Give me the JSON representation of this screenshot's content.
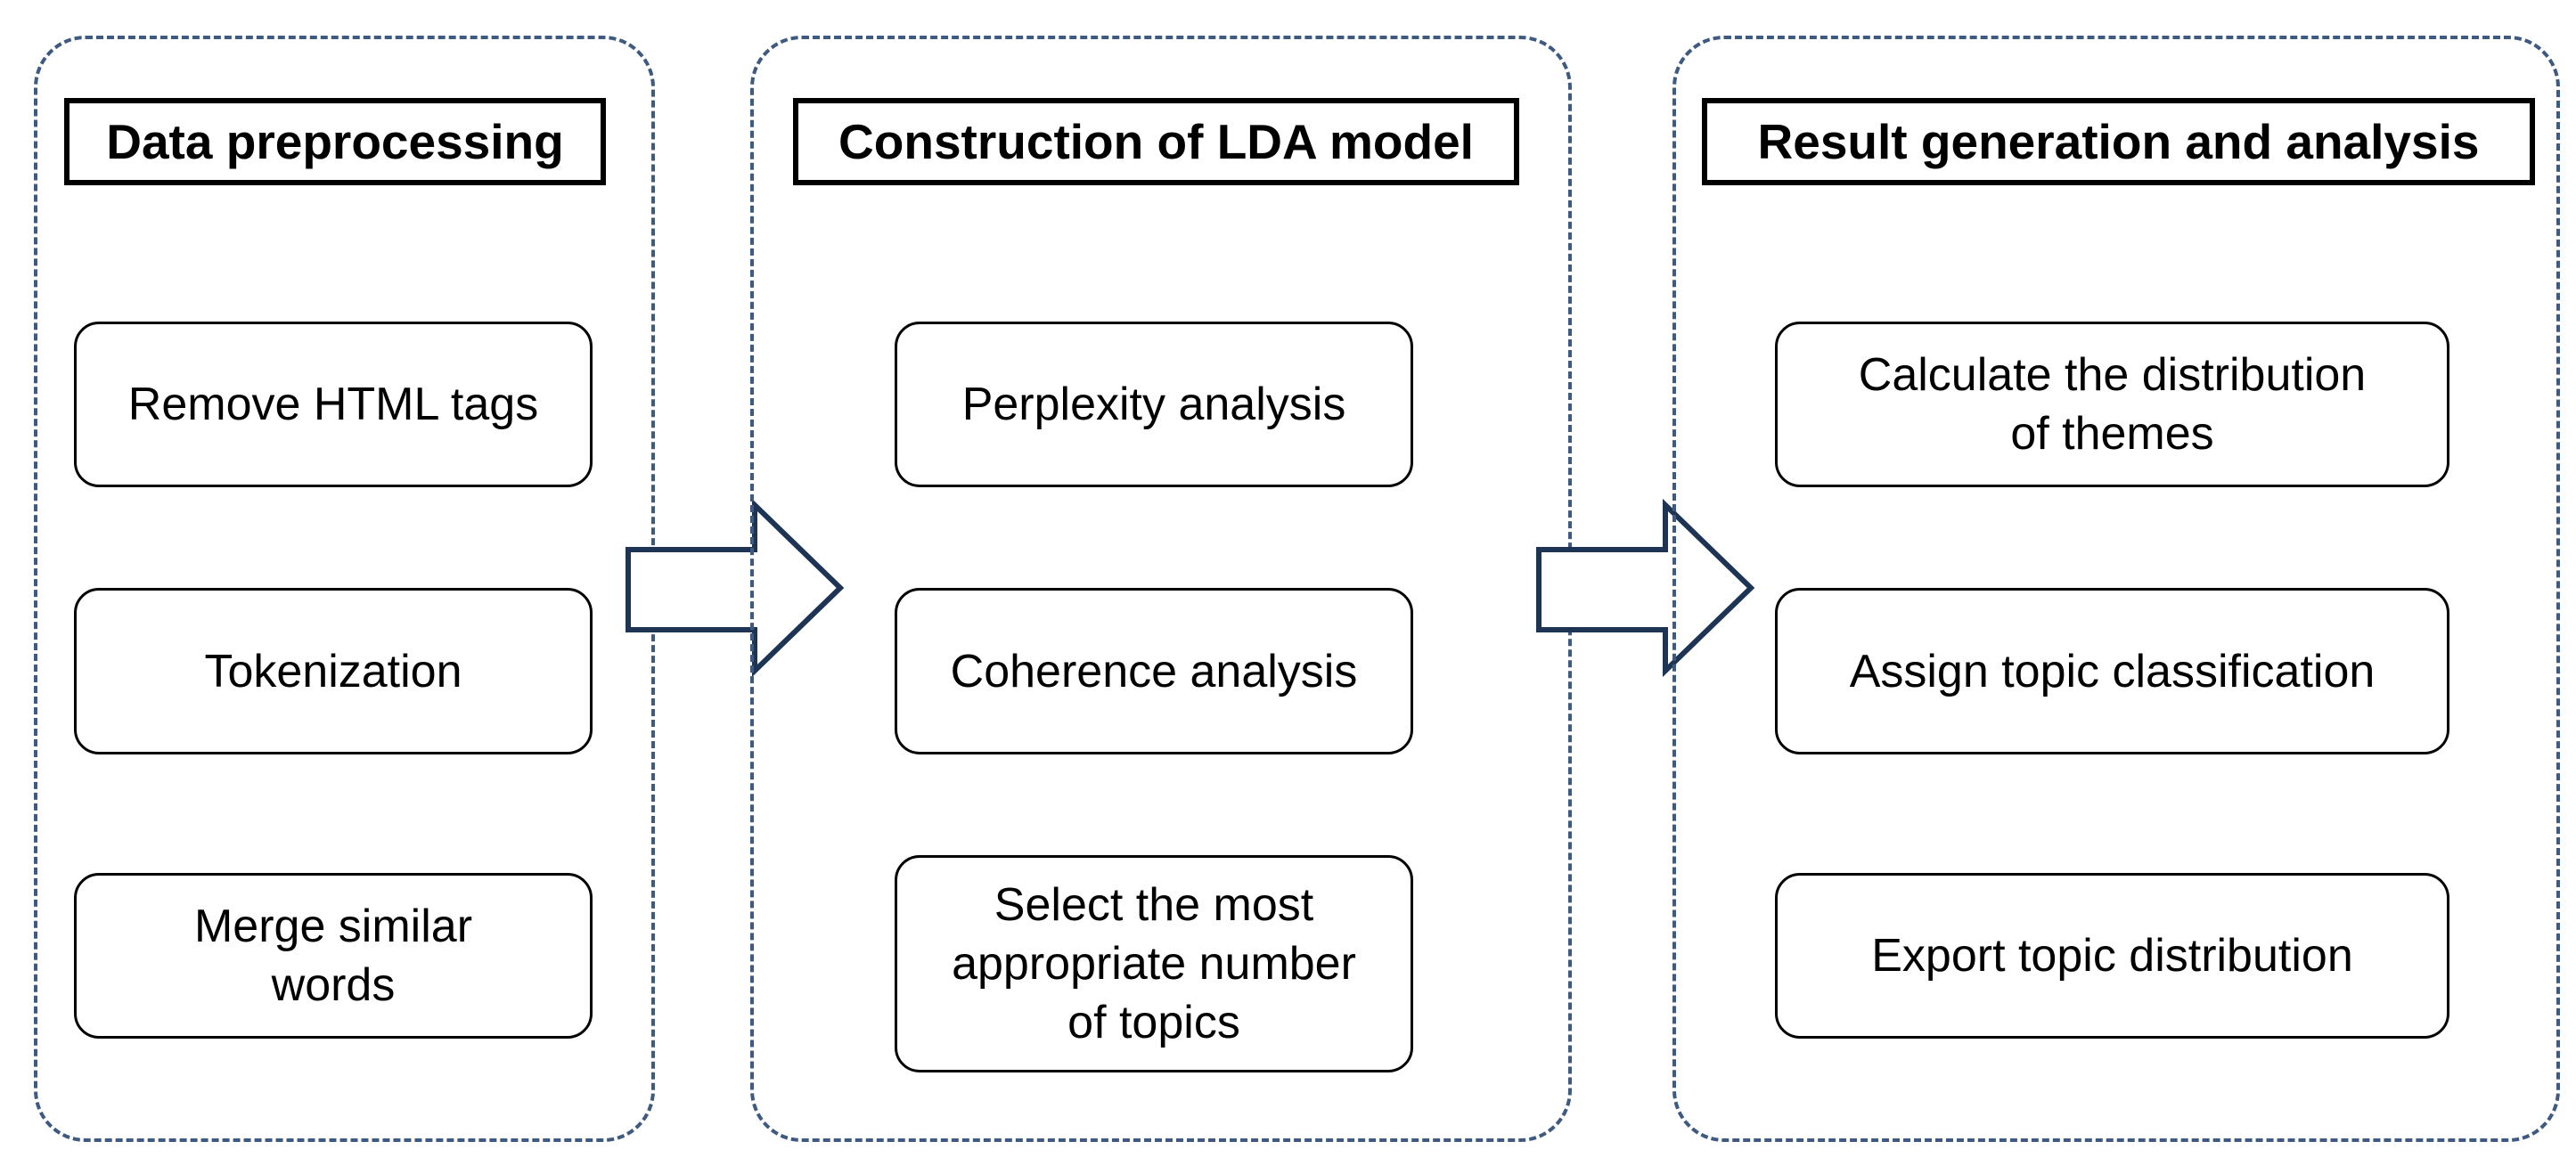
{
  "diagram": {
    "border_color": "#3f5a80",
    "panels": [
      {
        "title": "Data preprocessing",
        "steps": [
          "Remove HTML tags",
          "Tokenization",
          "Merge similar\nwords"
        ]
      },
      {
        "title": "Construction of LDA model",
        "steps": [
          "Perplexity analysis",
          "Coherence analysis",
          "Select the most\nappropriate number\nof topics"
        ]
      },
      {
        "title": "Result generation and analysis",
        "steps": [
          "Calculate the distribution\nof themes",
          "Assign topic classification",
          "Export topic distribution"
        ]
      }
    ],
    "arrows": [
      {
        "from": "Data preprocessing",
        "to": "Construction of LDA model",
        "icon": "right-arrow-icon"
      },
      {
        "from": "Construction of LDA model",
        "to": "Result generation and analysis",
        "icon": "right-arrow-icon"
      }
    ]
  }
}
